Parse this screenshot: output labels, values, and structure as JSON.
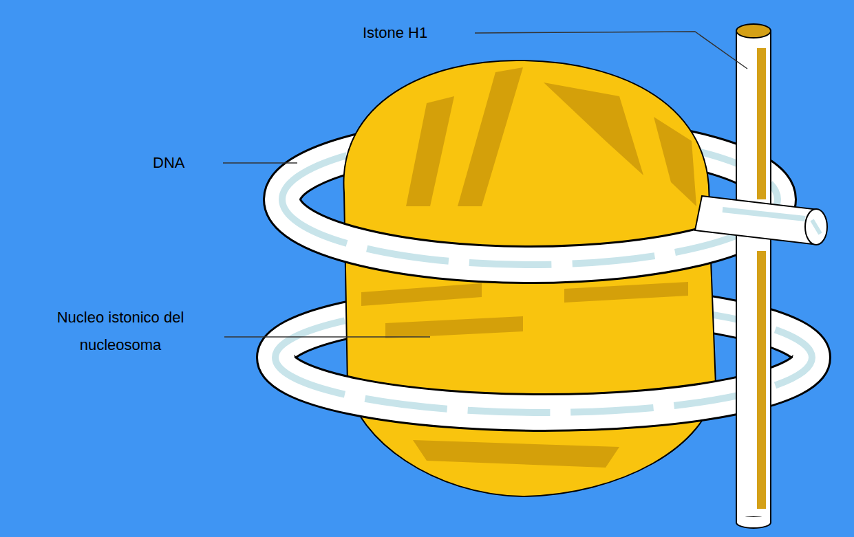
{
  "diagram": {
    "labels": [
      "Istone H1",
      "DNA",
      "Nucleo istonico del nucleosoma"
    ]
  }
}
